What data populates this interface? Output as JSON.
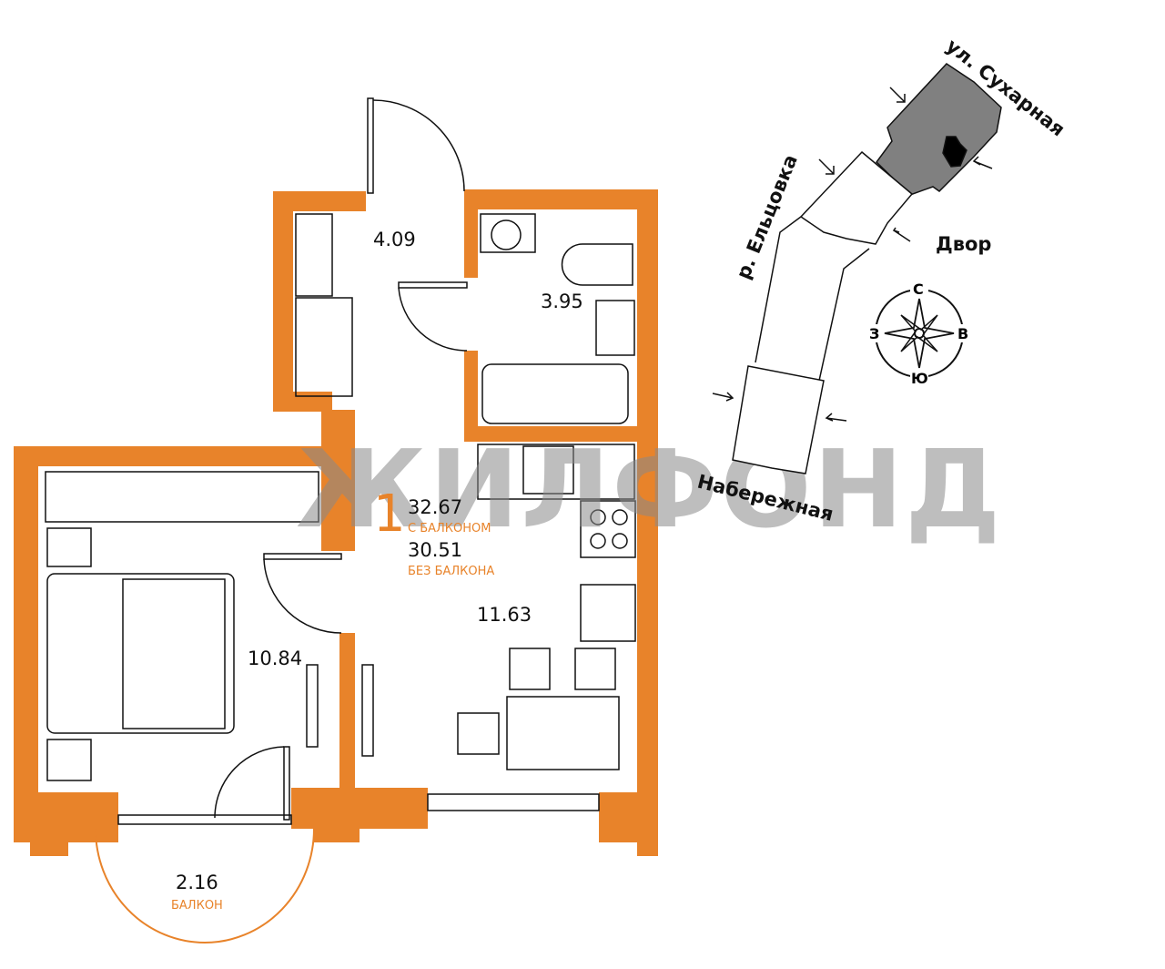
{
  "colors": {
    "wall": "#e8832a",
    "accent": "#e8832a",
    "building": "#808080",
    "line": "#111111"
  },
  "watermark": "ЖИЛФОНД",
  "apartment": {
    "rooms_count": "1",
    "total_with_balcony": "32.67",
    "total_with_balcony_label": "С БАЛКОНОМ",
    "total_without_balcony": "30.51",
    "total_without_balcony_label": "БЕЗ БАЛКОНА"
  },
  "rooms": {
    "hall": "4.09",
    "bathroom": "3.95",
    "bedroom": "10.84",
    "kitchen": "11.63",
    "balcony": "2.16",
    "balcony_label": "БАЛКОН"
  },
  "site_plan": {
    "street_top": "ул. Сухарная",
    "river": "р. Ельцовка",
    "yard": "Двор",
    "embankment": "Набережная",
    "compass": {
      "north": "С",
      "south": "Ю",
      "west": "З",
      "east": "В"
    }
  }
}
